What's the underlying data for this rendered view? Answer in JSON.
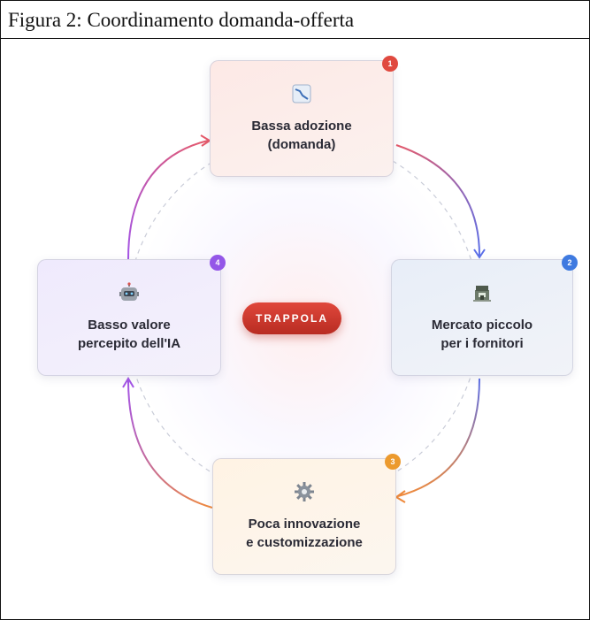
{
  "figure": {
    "caption": "Figura 2: Coordinamento domanda-offerta"
  },
  "center": {
    "label": "TRAPPOLA"
  },
  "steps": [
    {
      "number": "1",
      "label": "Bassa adozione\n(domanda)",
      "icon": "declining-chart-icon",
      "color": "#e0493f"
    },
    {
      "number": "2",
      "label": "Mercato piccolo\nper i fornitori",
      "icon": "shop-icon",
      "color": "#3f7ae0"
    },
    {
      "number": "3",
      "label": "Poca innovazione\ne customizzazione",
      "icon": "gear-icon",
      "color": "#ec9a2e"
    },
    {
      "number": "4",
      "label": "Basso valore\npercepito dell'IA",
      "icon": "robot-icon",
      "color": "#9457e8"
    }
  ]
}
